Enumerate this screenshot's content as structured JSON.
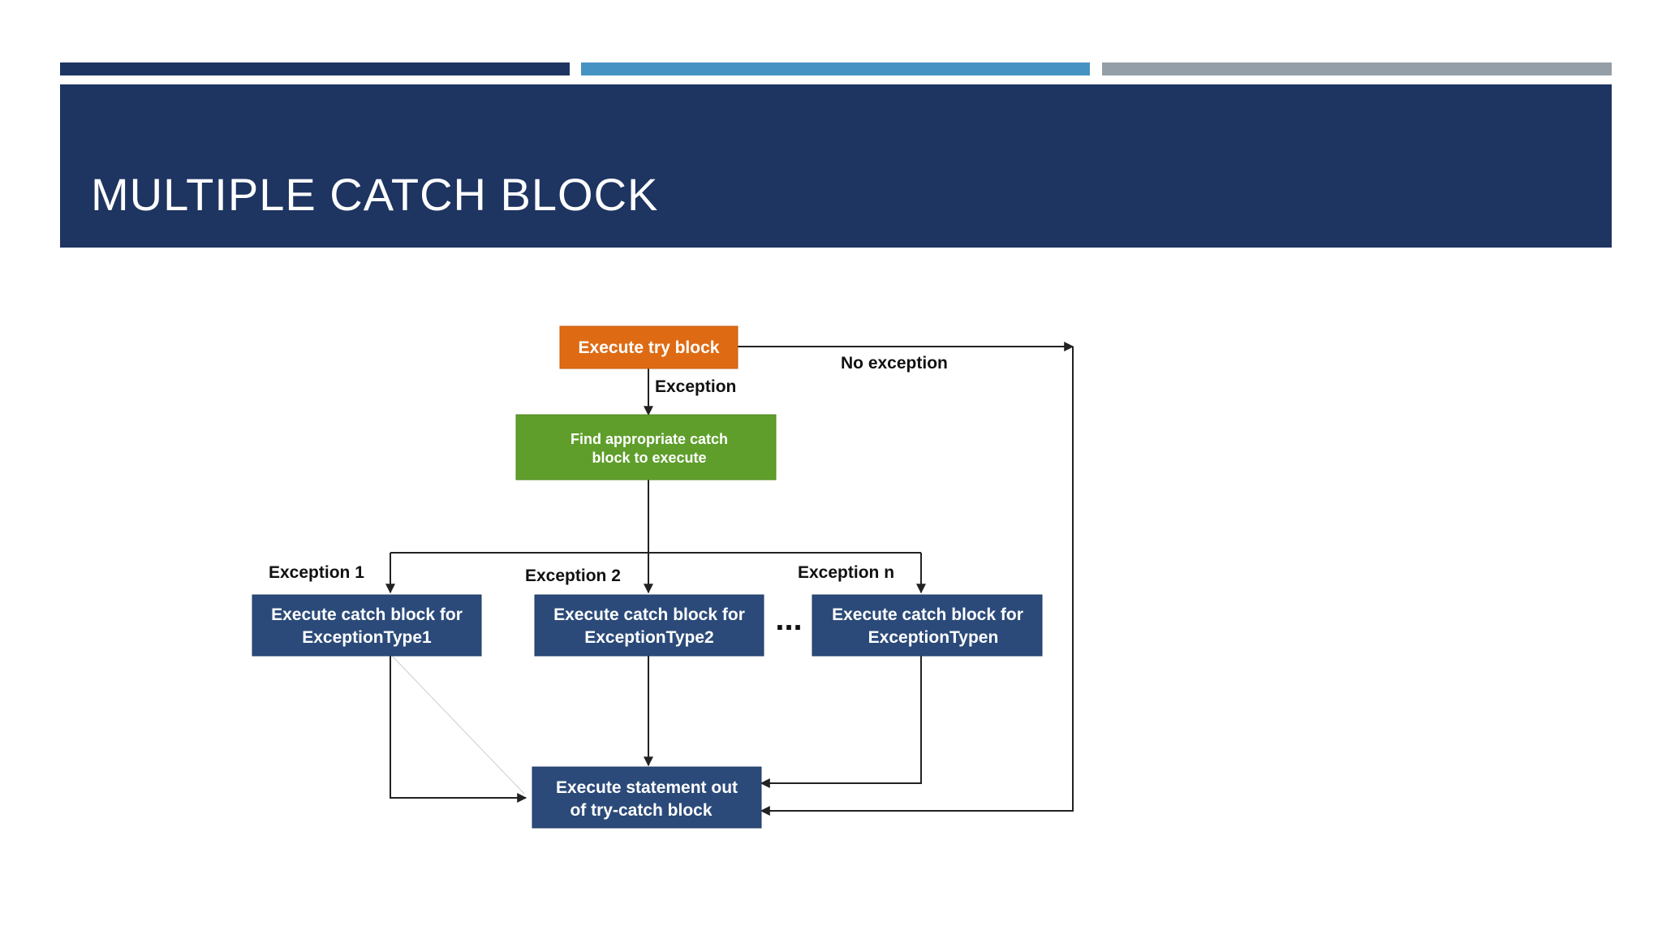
{
  "slide": {
    "title": "MULTIPLE CATCH BLOCK"
  },
  "colors": {
    "accent_bar_1": "#1e3461",
    "accent_bar_2": "#4693c3",
    "accent_bar_3": "#949ea6",
    "title_banner": "#1e3461",
    "try_block": "#de6b14",
    "find_block": "#5f9e2b",
    "catch_block": "#2b4a79",
    "edge": "#222222"
  },
  "diagram": {
    "nodes": {
      "try": {
        "lines": [
          "Execute try block"
        ]
      },
      "find": {
        "lines": [
          "Find appropriate catch",
          "block to execute"
        ]
      },
      "catch1": {
        "lines": [
          "Execute catch block for",
          "ExceptionType1"
        ]
      },
      "catch2": {
        "lines": [
          "Execute catch block for",
          "ExceptionType2"
        ]
      },
      "ellipsis": "...",
      "catchn": {
        "lines": [
          "Execute catch block for",
          "ExceptionTypen"
        ]
      },
      "out": {
        "lines": [
          "Execute statement out",
          "of try-catch block"
        ]
      }
    },
    "edges": {
      "try_to_find": "Exception",
      "try_to_out": "No exception",
      "find_to_catch1": "Exception 1",
      "find_to_catch2": "Exception 2",
      "find_to_catchn": "Exception n"
    }
  }
}
